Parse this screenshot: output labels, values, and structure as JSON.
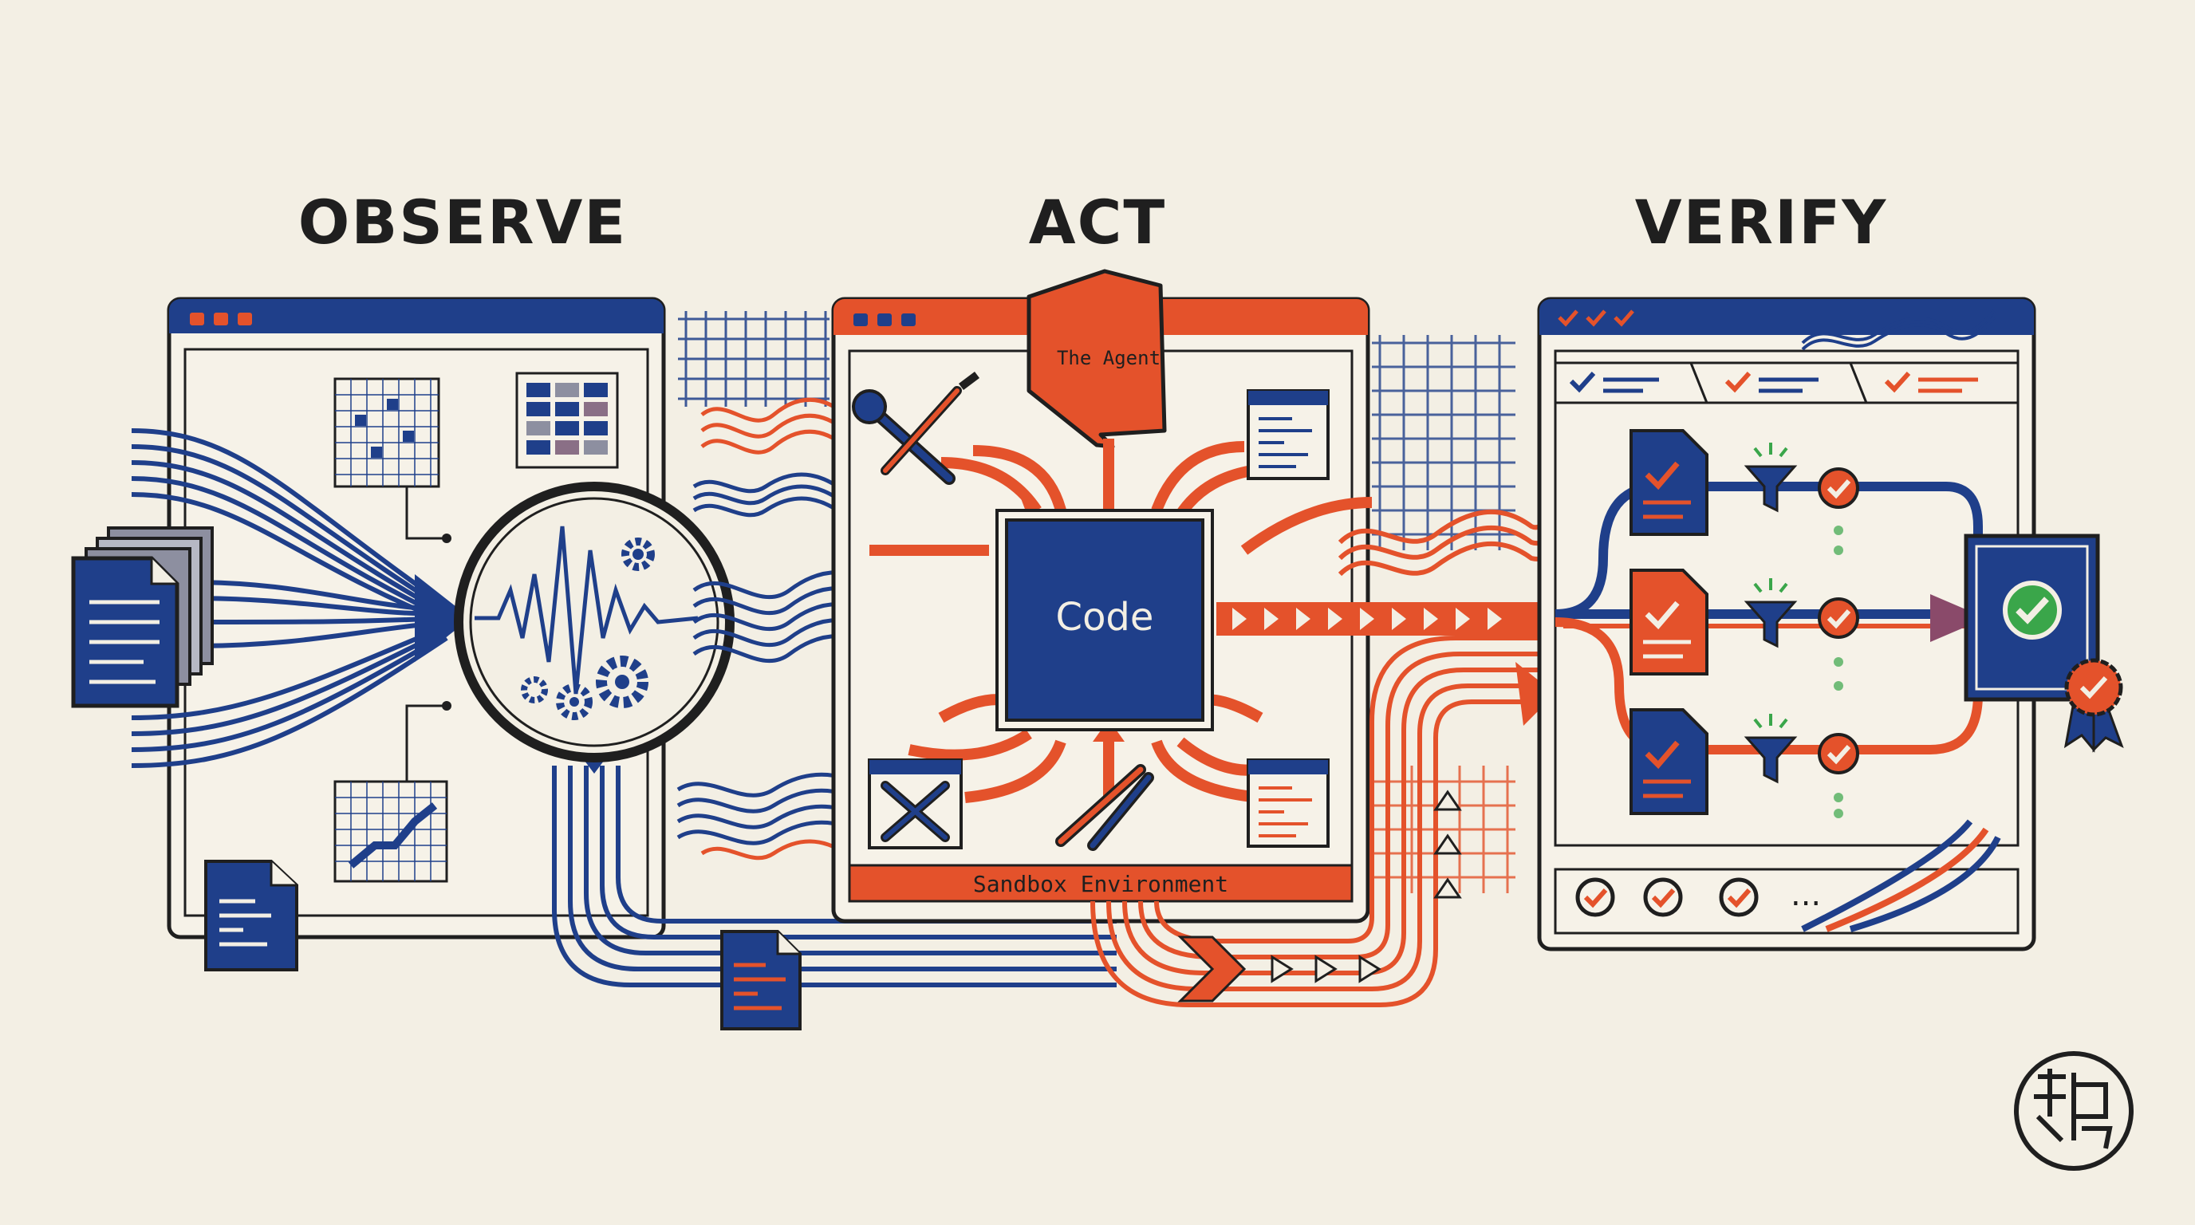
{
  "colors": {
    "navy": "#1f3f8a",
    "orange": "#e4522b",
    "ink": "#1f1f1f",
    "paper": "#f3efe4",
    "green": "#3aa64a",
    "gray": "#8d8fa0"
  },
  "stages": {
    "observe": {
      "title": "OBSERVE"
    },
    "act": {
      "title": "ACT",
      "agent_label": "The Agent",
      "core_label": "Code",
      "footer_label": "Sandbox Environment"
    },
    "verify": {
      "title": "VERIFY",
      "status_dots": "..."
    }
  },
  "icons": {
    "observe": [
      "document-stack-icon",
      "magnifier-waveform-icon",
      "gear-icon",
      "grid-chart-icon",
      "code-file-icon"
    ],
    "act": [
      "wrench-brush-icon",
      "tools-window-icon",
      "brush-pair-icon",
      "code-window-icon"
    ],
    "verify": [
      "checklist-doc-icon",
      "filter-funnel-icon",
      "check-circle-icon",
      "certificate-icon",
      "ribbon-badge-icon"
    ]
  }
}
